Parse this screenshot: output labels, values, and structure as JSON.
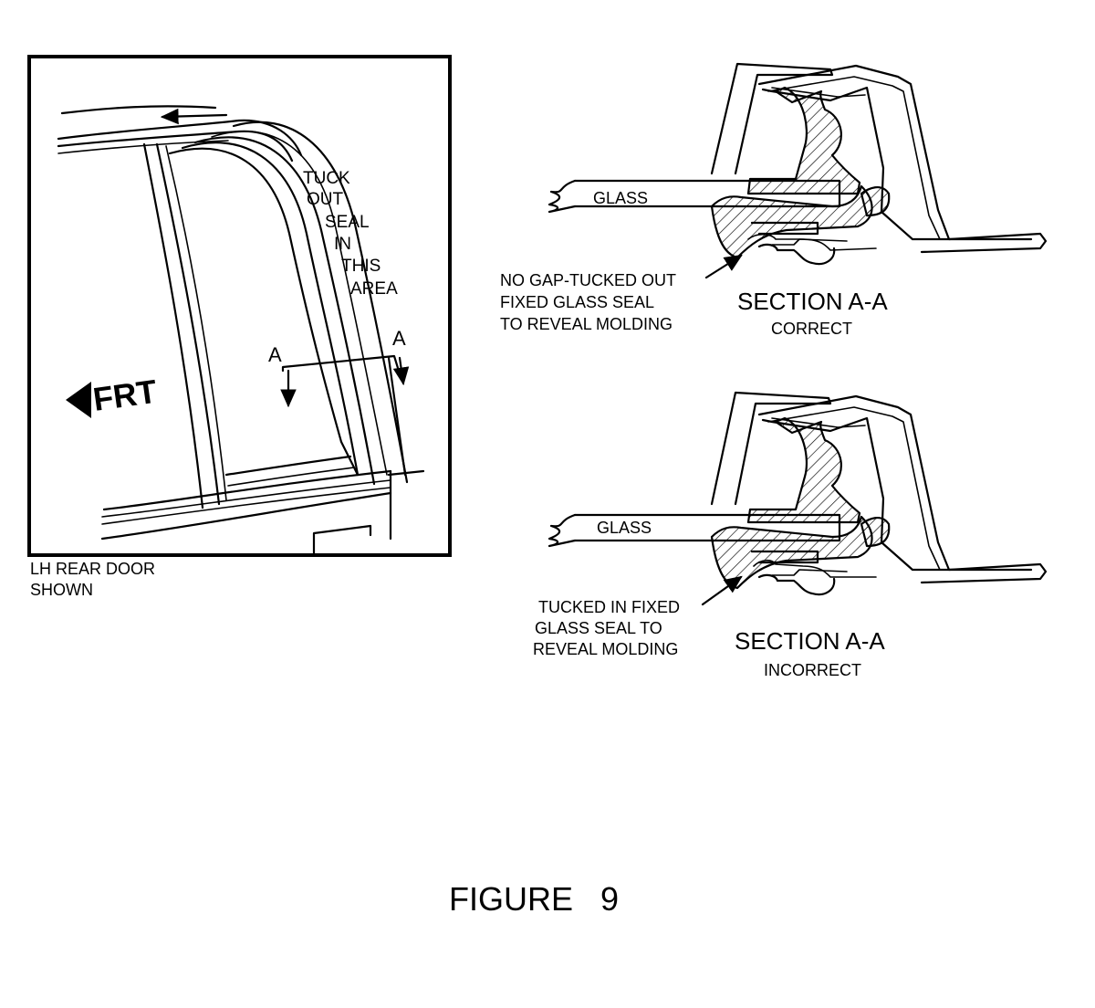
{
  "door_view": {
    "callout": [
      "TUCK",
      "OUT",
      "SEAL",
      "IN",
      "THIS",
      "AREA"
    ],
    "section_mark_left": "A",
    "section_mark_right": "A",
    "front_label": "FRT",
    "caption": [
      "LH REAR DOOR",
      "SHOWN"
    ]
  },
  "section_correct": {
    "glass_label": "GLASS",
    "note": [
      "NO GAP-TUCKED OUT",
      "FIXED GLASS SEAL",
      "TO REVEAL MOLDING"
    ],
    "title": "SECTION  A-A",
    "status": "CORRECT"
  },
  "section_incorrect": {
    "glass_label": "GLASS",
    "note": [
      "TUCKED IN FIXED",
      "GLASS SEAL TO",
      "REVEAL MOLDING"
    ],
    "title": "SECTION  A-A",
    "status": "INCORRECT"
  },
  "figure_caption": "FIGURE   9"
}
